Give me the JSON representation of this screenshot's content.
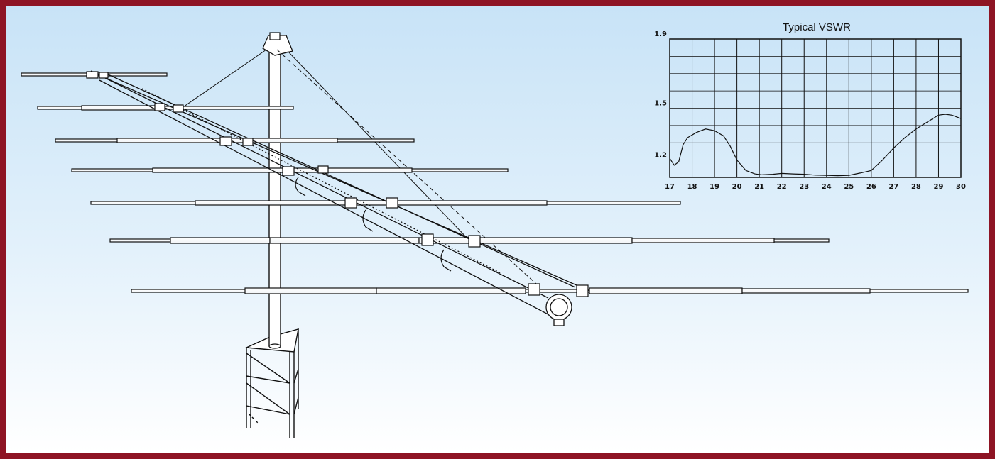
{
  "chart_data": {
    "type": "line",
    "title": "Typical VSWR",
    "xlabel": "",
    "ylabel": "",
    "x_ticks": [
      "17",
      "18",
      "19",
      "20",
      "21",
      "22",
      "23",
      "24",
      "25",
      "26",
      "27",
      "28",
      "29",
      "30"
    ],
    "y_ticks": [
      "1.9",
      "1.5",
      "1.2"
    ],
    "xlim": [
      17,
      30
    ],
    "ylim": [
      1.1,
      1.9
    ],
    "grid": true,
    "series": [
      {
        "values": [
          [
            17.0,
            1.21
          ],
          [
            17.2,
            1.17
          ],
          [
            17.4,
            1.19
          ],
          [
            17.6,
            1.29
          ],
          [
            17.8,
            1.33
          ],
          [
            18.2,
            1.36
          ],
          [
            18.6,
            1.38
          ],
          [
            19.0,
            1.37
          ],
          [
            19.4,
            1.34
          ],
          [
            19.7,
            1.28
          ],
          [
            20.0,
            1.2
          ],
          [
            20.4,
            1.14
          ],
          [
            20.8,
            1.12
          ],
          [
            21.1,
            1.115
          ],
          [
            21.6,
            1.118
          ],
          [
            22.0,
            1.123
          ],
          [
            22.5,
            1.12
          ],
          [
            23.0,
            1.118
          ],
          [
            23.5,
            1.113
          ],
          [
            24.0,
            1.112
          ],
          [
            24.5,
            1.11
          ],
          [
            25.0,
            1.112
          ],
          [
            25.5,
            1.125
          ],
          [
            26.0,
            1.14
          ],
          [
            26.5,
            1.2
          ],
          [
            27.0,
            1.27
          ],
          [
            27.5,
            1.33
          ],
          [
            28.0,
            1.38
          ],
          [
            28.5,
            1.42
          ],
          [
            29.0,
            1.46
          ],
          [
            29.3,
            1.465
          ],
          [
            29.6,
            1.46
          ],
          [
            30.0,
            1.44
          ]
        ]
      }
    ]
  }
}
